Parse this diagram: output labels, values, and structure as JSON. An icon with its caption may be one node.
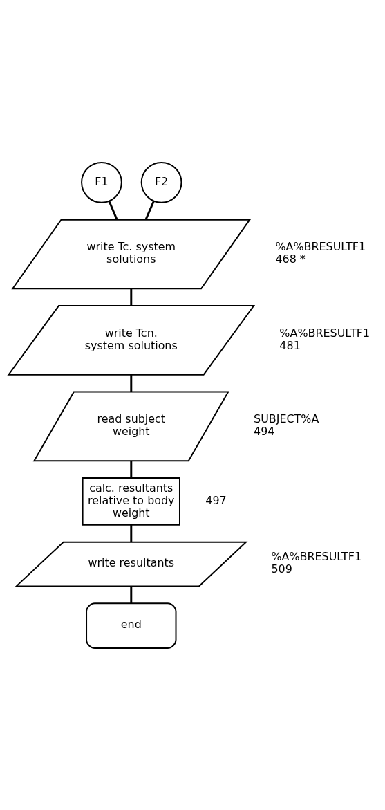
{
  "diagram": {
    "nodes": [
      {
        "text": [
          "F1"
        ]
      },
      {
        "text": [
          "F2"
        ]
      },
      {
        "text": [
          "write Tc. system solutions"
        ],
        "beside": [
          "%A%BRESULTF1",
          "468 *"
        ]
      },
      {
        "text": [
          "write Tcn. system solutions"
        ],
        "beside": [
          "%A%BRESULTF1",
          "481"
        ]
      },
      {
        "text": [
          "read subject weight"
        ],
        "beside": [
          "SUBJECT%A",
          "494"
        ]
      },
      {
        "text": [
          "calc. resultants relative to body weight"
        ],
        "beside": [
          "497"
        ]
      },
      {
        "text": [
          "write resultants"
        ],
        "beside": [
          "%A%BRESULTF1",
          "509"
        ]
      },
      {
        "text": [
          "end"
        ]
      }
    ],
    "edges": [
      {
        "from": 0,
        "to": 2,
        "arrow": "none"
      },
      {
        "from": 1,
        "to": 2,
        "arrow": "none"
      },
      {
        "from": 2,
        "to": 3,
        "arrow": "none"
      },
      {
        "from": 3,
        "to": 4,
        "arrow": "none"
      },
      {
        "from": 4,
        "to": 5,
        "arrow": "none"
      },
      {
        "from": 5,
        "to": 6,
        "arrow": "none"
      },
      {
        "from": 6,
        "to": 7,
        "arrow": "none"
      }
    ]
  }
}
